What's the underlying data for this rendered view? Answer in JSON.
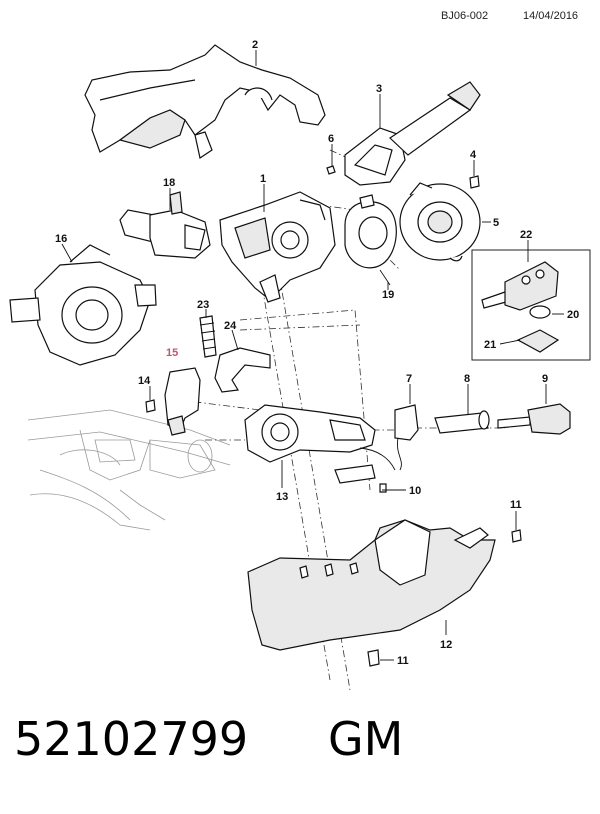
{
  "header": {
    "doc_code": "BJ06-002",
    "date": "14/04/2016"
  },
  "footer": {
    "part_number": "52102799",
    "brand": "GM"
  },
  "highlight_color": "#c0556a",
  "callouts": {
    "c1": "1",
    "c2": "2",
    "c3": "3",
    "c4": "4",
    "c5": "5",
    "c6": "6",
    "c7": "7",
    "c8": "8",
    "c9": "9",
    "c10": "10",
    "c11a": "11",
    "c11b": "11",
    "c12": "12",
    "c13": "13",
    "c14": "14",
    "c15": "15",
    "c16": "16",
    "c18": "18",
    "c19": "19",
    "c20": "20",
    "c21": "21",
    "c22": "22",
    "c23": "23",
    "c24": "24"
  }
}
